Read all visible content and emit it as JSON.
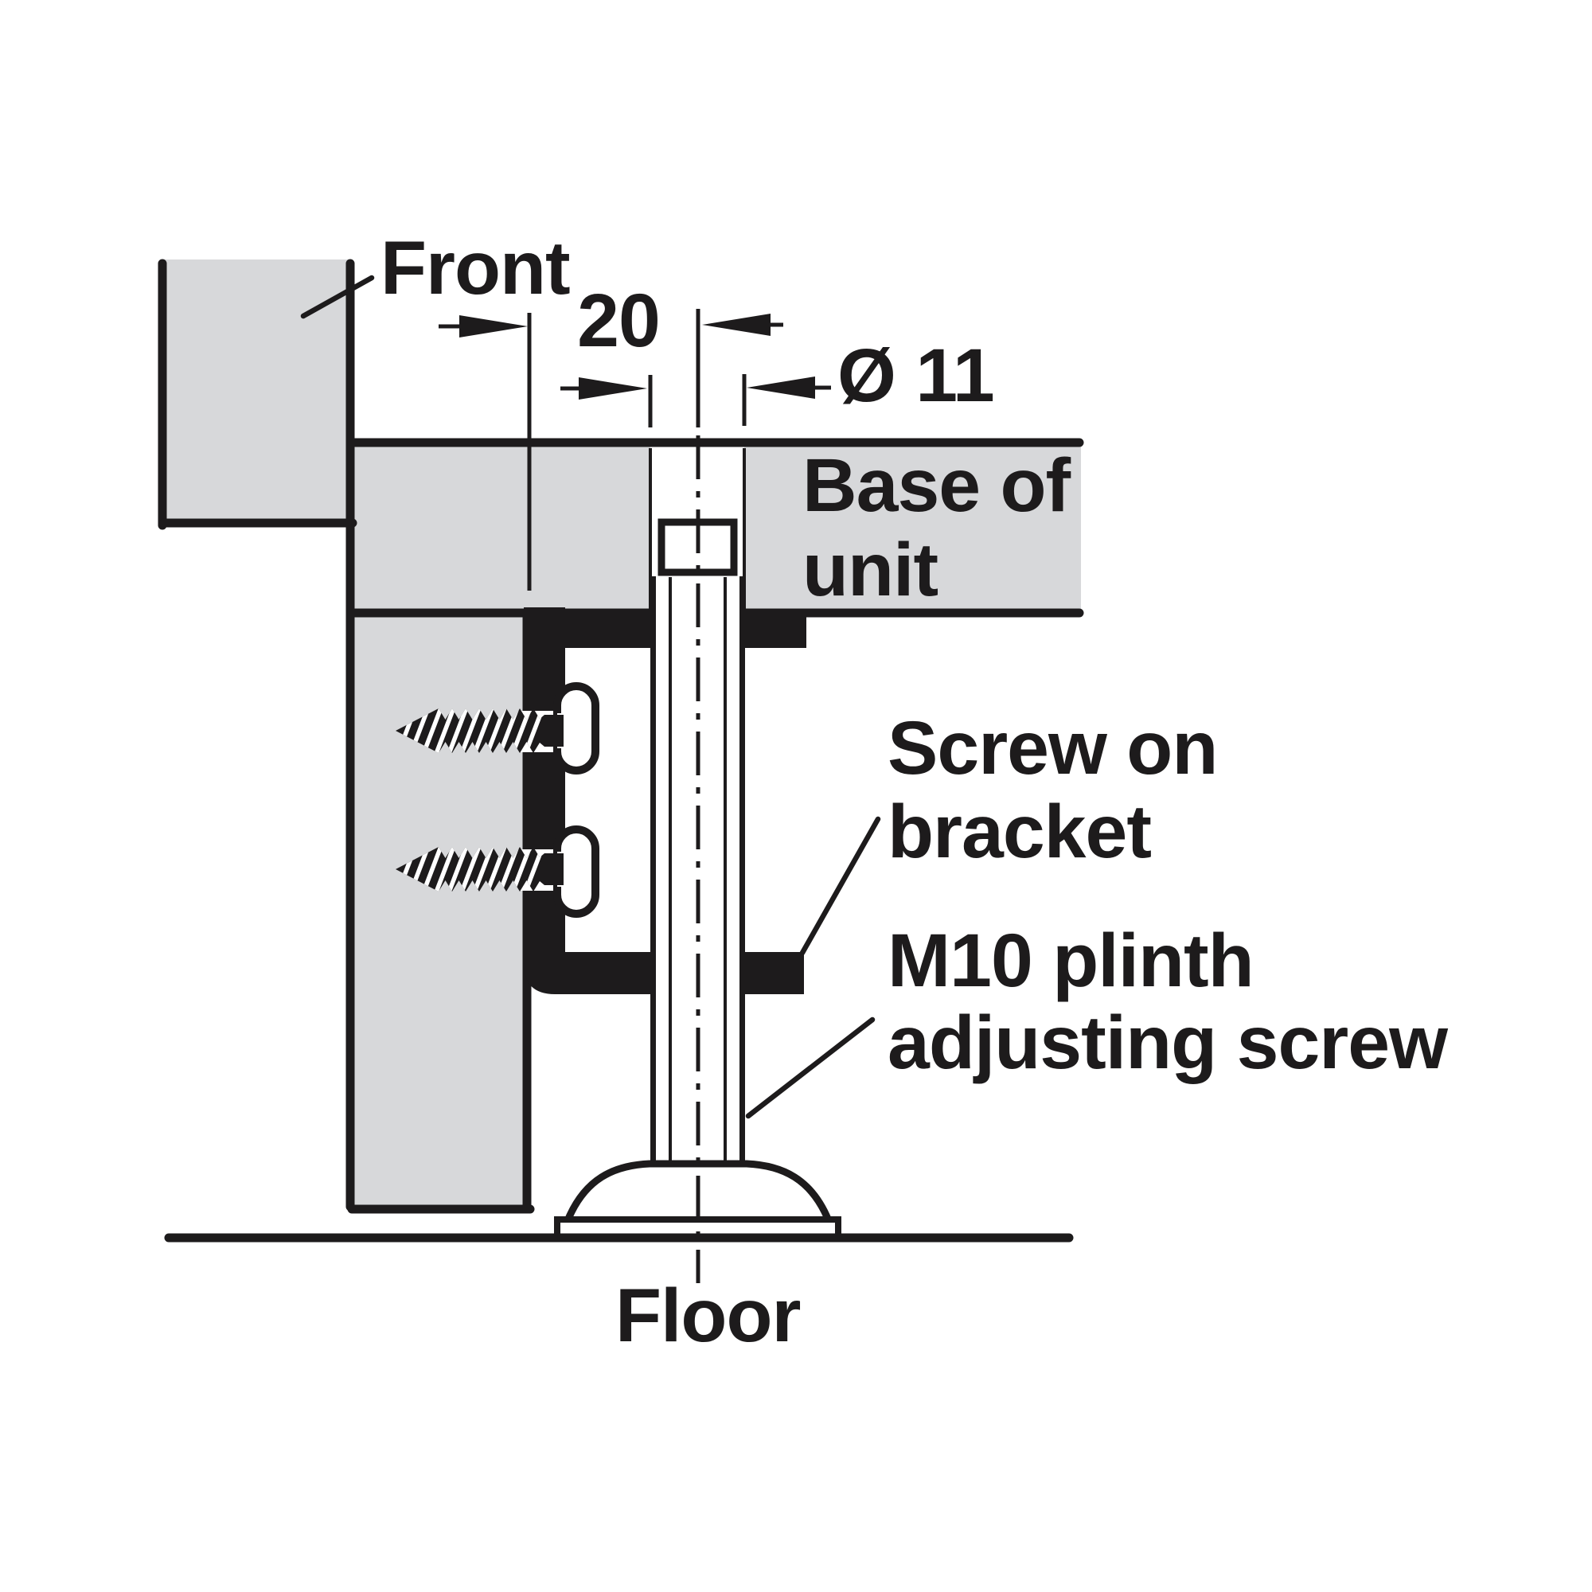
{
  "page": {
    "background": "#ffffff"
  },
  "colors": {
    "panel_gray": "#d7d8da",
    "ink": "#1d1b1c",
    "white": "#ffffff"
  },
  "labels": {
    "front": "Front",
    "dim_20": "20",
    "dim_dia_11": "Ø 11",
    "base_of_unit_line1": "Base of",
    "base_of_unit_line2": "unit",
    "screw_on_bracket_line1": "Screw on",
    "screw_on_bracket_line2": "bracket",
    "m10_line1": "M10 plinth",
    "m10_line2": "adjusting screw",
    "floor": "Floor"
  }
}
